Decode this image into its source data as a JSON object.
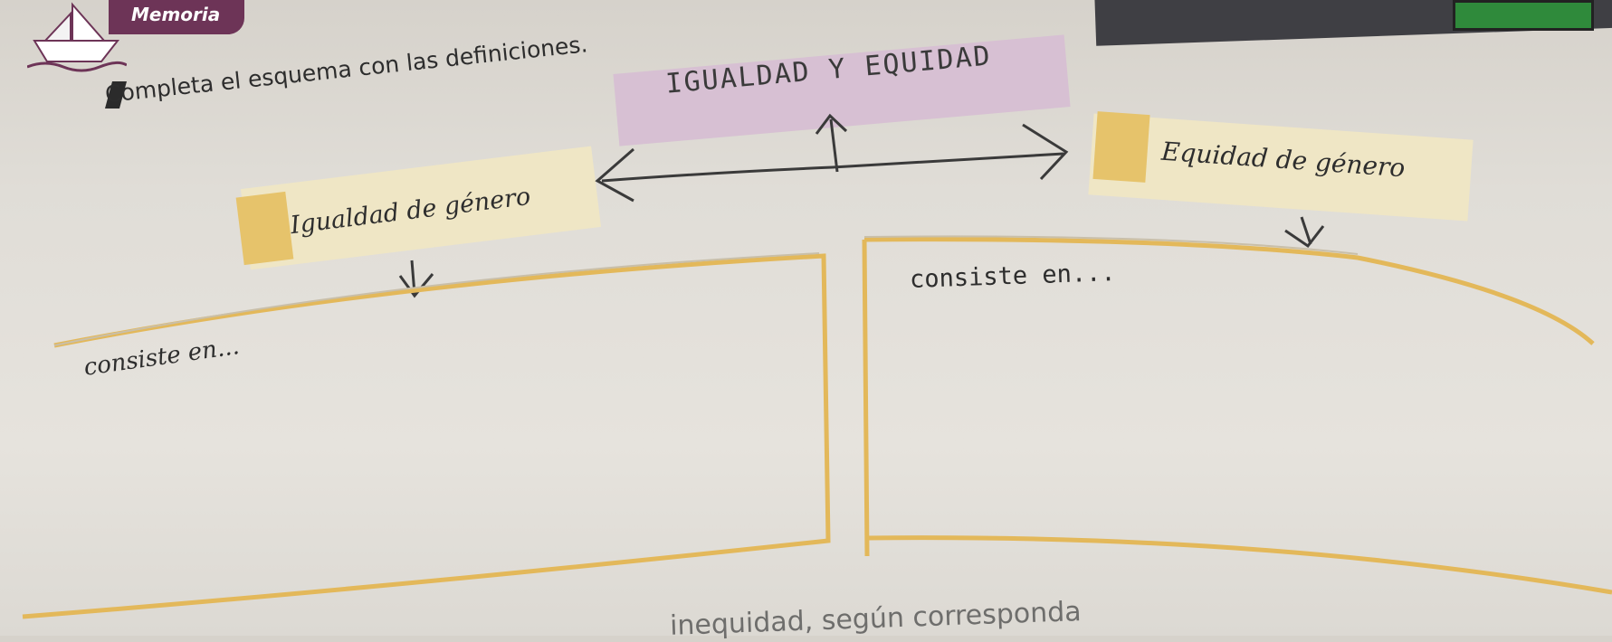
{
  "header": {
    "badge_label": "Memoria",
    "badge_icon": "paper-boat-icon",
    "badge_color": "#6d3457"
  },
  "instruction": {
    "text": "Completa el esquema con las definiciones."
  },
  "diagram": {
    "title": "IGUALDAD Y EQUIDAD",
    "left_concept": "Igualdad de género",
    "right_concept": "Equidad de género",
    "left_prompt": "consiste en...",
    "right_prompt": "consiste en...",
    "answer_left": "",
    "answer_right": ""
  },
  "footer": {
    "partial_text": "inequidad, según corresponda"
  },
  "colors": {
    "title_bg": "#d7c0d3",
    "concept_bg": "#efe6c5",
    "accent": "#e6c36b",
    "line": "#e3b85a"
  }
}
